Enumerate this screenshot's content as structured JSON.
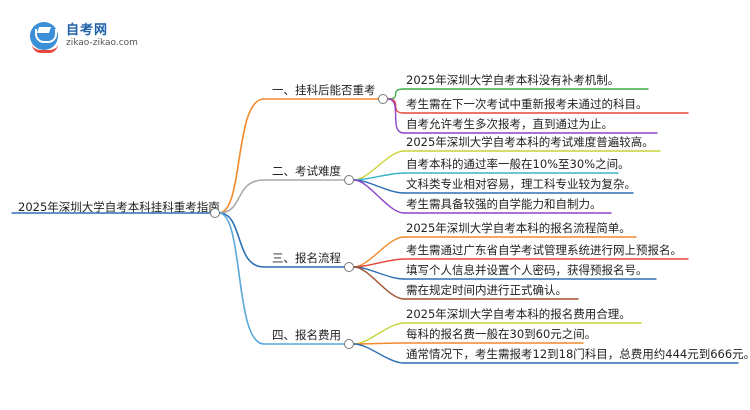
{
  "logo": {
    "title": "自考网",
    "subtitle": "zikao-zikao.com"
  },
  "root": "2025年深圳大学自考本科挂科重考指南",
  "branches": [
    {
      "label": "一、挂科后能否重考",
      "color": "#f08a2c",
      "items": [
        {
          "text": "2025年深圳大学自考本科没有补考机制。",
          "color": "#3fae49"
        },
        {
          "text": "考生需在下一次考试中重新报考未通过的科目。",
          "color": "#e8453c"
        },
        {
          "text": "自考允许考生多次报考，直到通过为止。",
          "color": "#8e44c9"
        }
      ]
    },
    {
      "label": "二、考试难度",
      "color": "#aaaaaa",
      "items": [
        {
          "text": "2025年深圳大学自考本科的考试难度普遍较高。",
          "color": "#c9d43a"
        },
        {
          "text": "自考本科的通过率一般在10%至30%之间。",
          "color": "#39b5c8"
        },
        {
          "text": "文科类专业相对容易，理工科专业较为复杂。",
          "color": "#2d6fb5"
        },
        {
          "text": "考生需具备较强的自学能力和自制力。",
          "color": "#8e44c9"
        }
      ]
    },
    {
      "label": "三、报名流程",
      "color": "#2d6fb5",
      "items": [
        {
          "text": "2025年深圳大学自考本科的报名流程简单。",
          "color": "#f08a2c"
        },
        {
          "text": "考生需通过广东省自学考试管理系统进行网上预报名。",
          "color": "#e8453c"
        },
        {
          "text": "填写个人信息并设置个人密码，获得预报名号。",
          "color": "#2d6fb5"
        },
        {
          "text": "需在规定时间内进行正式确认。",
          "color": "#a0522d"
        }
      ]
    },
    {
      "label": "四、报名费用",
      "color": "#5aa7d8",
      "items": [
        {
          "text": "2025年深圳大学自考本科的报名费用合理。",
          "color": "#c9d43a"
        },
        {
          "text": "每科的报名费一般在30到60元之间。",
          "color": "#f08a2c"
        },
        {
          "text": "通常情况下，考生需报考12到18门科目，总费用约444元到666元。",
          "color": "#2d6fb5"
        }
      ]
    }
  ]
}
